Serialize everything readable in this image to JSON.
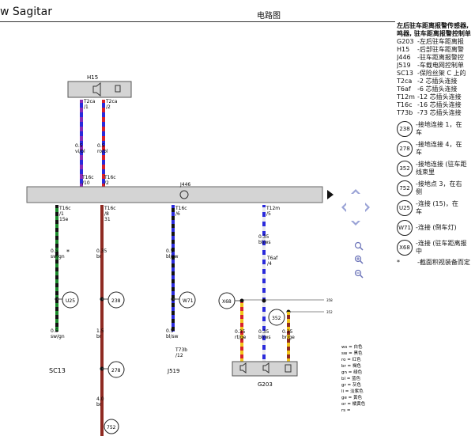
{
  "header": {
    "app_title": "w Sagitar",
    "page_title": "电路图"
  },
  "components": {
    "h15": "H15",
    "j446": "J446",
    "sc13": "SC13",
    "j519": "J519",
    "g203": "G203"
  },
  "pins": {
    "h15_p1": "T2ca\n/1",
    "h15_p2": "T2ca\n/2",
    "j446_in1": "T16c\n/10",
    "j446_in2": "T16c\n/2",
    "w1": "T16c\n/1\n15e",
    "w2": "T16c\n/8\n31",
    "w3": "T16c\n/6",
    "w4": "T12m\n/5",
    "t6af": "T6af\n/4",
    "t73b": "T73b\n/12"
  },
  "wires": {
    "top1": "0.5\nvi/bl",
    "top2": "0.5\nro/bl",
    "w1a": "0.5\nsw/gn",
    "w2a": "0.35\nbr",
    "w3a": "0.5\nbl/sw",
    "w4a": "0.35\nbl/ws",
    "w1b": "0.5\nsw/gn",
    "w2b": "1.5\nbr",
    "w3b": "0.5\nbl/sw",
    "w2c": "4.0\nbr",
    "g1": "0.35\nrt/ge",
    "g2": "0.35\nbl/ws",
    "g3": "0.35\nbr/ge"
  },
  "circles": {
    "u25": "U25",
    "c238": "238",
    "w71": "W71",
    "x68": "X68",
    "c278": "278",
    "c352": "352",
    "c752": "752"
  },
  "refs": {
    "r1": "358",
    "r2": "352"
  },
  "star": "*",
  "legend": {
    "title": "左后驻车距离报警传感器,\n鸣器, 驻车距离报警控制单",
    "items": [
      {
        "k": "G203",
        "v": "-左后驻车距离报"
      },
      {
        "k": "H15",
        "v": "-后部驻车距离警"
      },
      {
        "k": "J446",
        "v": "-驻车距离报警控"
      },
      {
        "k": "J519",
        "v": "-车载电网控制单"
      },
      {
        "k": "SC13",
        "v": "-保险丝架 C 上的"
      },
      {
        "k": "T2ca",
        "v": "-2 芯插头连接"
      },
      {
        "k": "T6af",
        "v": "-6 芯插头连接"
      },
      {
        "k": "T12m",
        "v": "-12 芯插头连接"
      },
      {
        "k": "T16c",
        "v": "-16 芯插头连接"
      },
      {
        "k": "T73b",
        "v": "-73 芯插头连接"
      }
    ],
    "circles": [
      {
        "c": "238",
        "t": "-接地连接 1，在车"
      },
      {
        "c": "278",
        "t": "-接地连接 4，在车"
      },
      {
        "c": "352",
        "t": "-接地连接 (驻车距\n线束里"
      },
      {
        "c": "752",
        "t": "-接地点 3，在右侧"
      },
      {
        "c": "U25",
        "t": "-连接 (15)，在车"
      },
      {
        "c": "W71",
        "t": "-连接 (倒车灯)"
      },
      {
        "c": "X68",
        "t": "-连接 (驻车距离报\n中"
      }
    ],
    "note_star": "*",
    "note": "-截面积视装备而定"
  },
  "colors_key": [
    "ws = 白色",
    "sw = 黑色",
    "ro = 红色",
    "br = 褐色",
    "gn = 绿色",
    "bl = 蓝色",
    "gr = 灰色",
    "li = 淡紫色",
    "ge = 黄色",
    "or = 橘黄色",
    "rs = "
  ],
  "palette": {
    "red": "#d8202a",
    "blue": "#2a2adb",
    "green": "#1c8a2c",
    "brown": "#8f2a22",
    "yellow": "#f0c419",
    "white": "#e8e8ec",
    "violet": "#8b2bb5",
    "black": "#111111",
    "module": "#d4d4d4",
    "nav": "#9aa3d6"
  }
}
